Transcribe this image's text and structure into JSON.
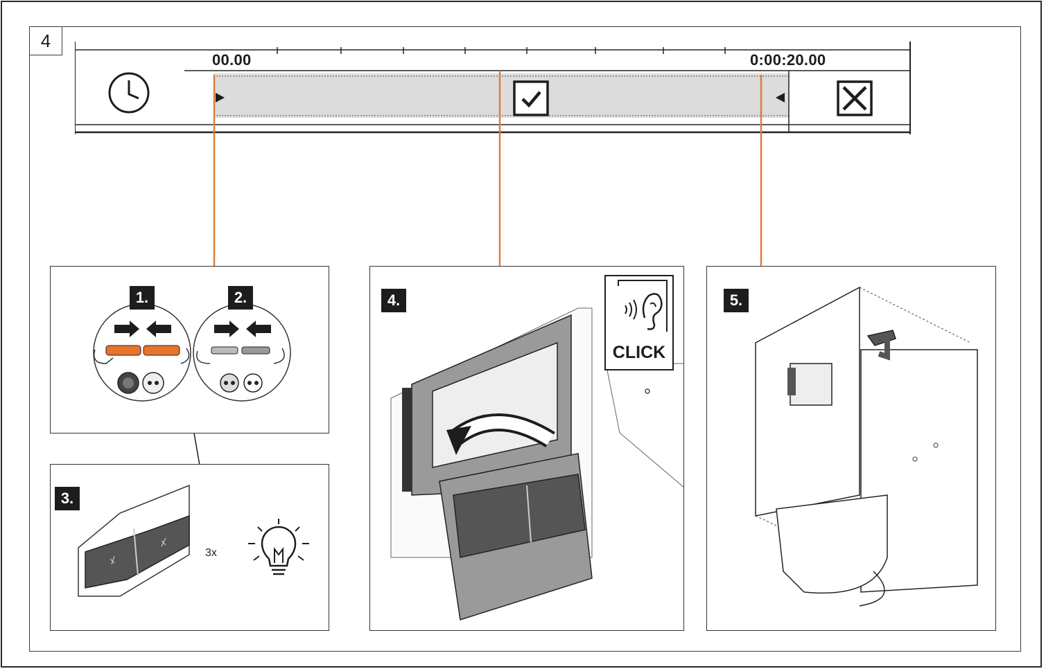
{
  "step_number": "4",
  "timeline": {
    "start_label": "00.00",
    "end_label": "0:00:20.00",
    "icons": {
      "clock": "clock-icon",
      "confirm": "checkbox-checked-icon",
      "cancel": "checkbox-cross-icon"
    }
  },
  "panels": {
    "connectors": {
      "step1_label": "1.",
      "step2_label": "2."
    },
    "lamp": {
      "step_label": "3.",
      "repeat_label": "3x",
      "icon": "lightbulb-icon"
    },
    "mounting": {
      "step_label": "4.",
      "click_label": "CLICK",
      "icon": "ear-sound-icon"
    },
    "cover": {
      "step_label": "5."
    }
  },
  "colors": {
    "accent_line": "#e07b3c",
    "connector_orange": "#e8742c",
    "timeline_fill": "#dcdcdc",
    "ink": "#1d1d1b"
  }
}
